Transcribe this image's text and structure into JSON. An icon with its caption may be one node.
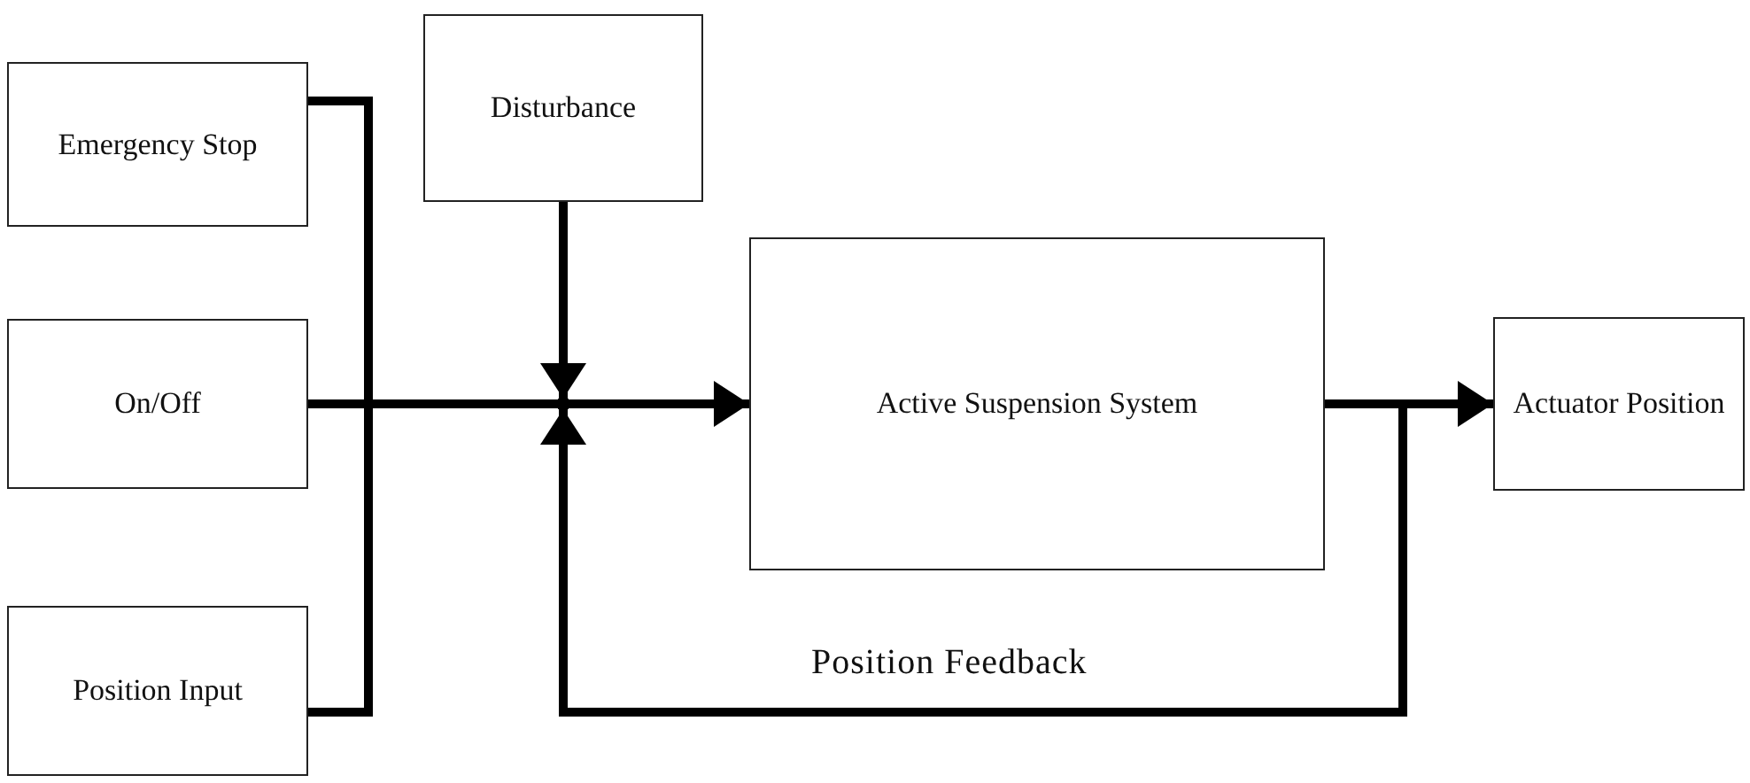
{
  "diagram": {
    "nodes": [
      {
        "text": [
          "Emergency Stop"
        ]
      },
      {
        "text": [
          "On/Off"
        ]
      },
      {
        "text": [
          "Position Input"
        ]
      },
      {
        "text": [
          "Disturbance"
        ]
      },
      {
        "text": [
          "Active Suspension System"
        ]
      },
      {
        "text": [
          "Actuator Position"
        ]
      },
      {
        "text": [],
        "shape": "point"
      }
    ],
    "edges": [
      {
        "from": 0,
        "to": 6,
        "arrow": "none"
      },
      {
        "from": 1,
        "to": 6,
        "arrow": "none"
      },
      {
        "from": 2,
        "to": 6,
        "arrow": "none"
      },
      {
        "from": 3,
        "to": 6,
        "arrow": "to"
      },
      {
        "from": 6,
        "to": 4,
        "arrow": "to"
      },
      {
        "from": 4,
        "to": 5,
        "arrow": "to"
      },
      {
        "from": 4,
        "to": 6,
        "arrow": "to",
        "label": "Position Feedback"
      }
    ]
  }
}
